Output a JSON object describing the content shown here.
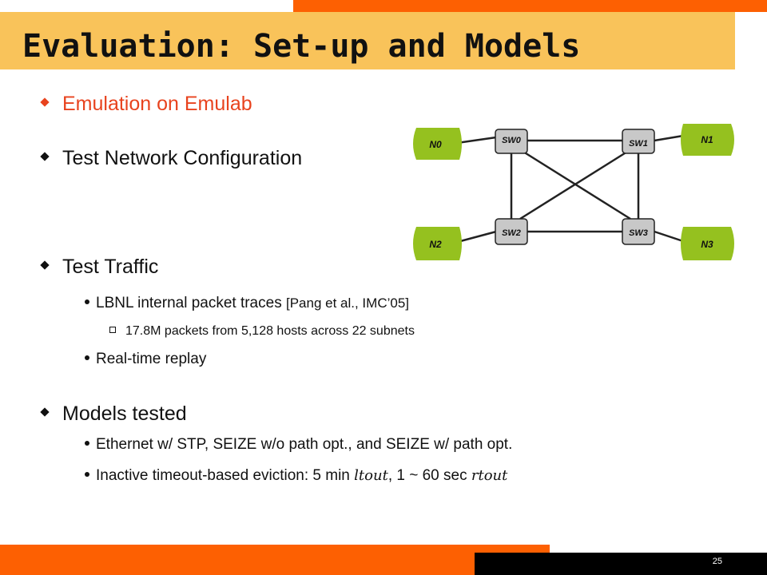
{
  "slide": {
    "title": "Evaluation: Set-up and Models",
    "page_number": "25"
  },
  "bullets": {
    "emulation": "Emulation on Emulab",
    "test_network": "Test Network Configuration",
    "test_traffic": "Test Traffic",
    "lbnl_main": "LBNL internal packet traces ",
    "lbnl_cite": "[Pang et al., IMC’05]",
    "packets": "17.8M packets from 5,128 hosts across 22 subnets",
    "replay": "Real-time replay",
    "models": "Models tested",
    "ethernet": "Ethernet w/ STP, SEIZE w/o path opt., and SEIZE w/ path opt.",
    "eviction_a": "Inactive timeout-based eviction: 5 min ",
    "eviction_ltout": "ltout",
    "eviction_b": ", 1 ~ 60 sec ",
    "eviction_rtout": "rtout"
  },
  "network": {
    "nodes": {
      "n0": "N0",
      "n1": "N1",
      "n2": "N2",
      "n3": "N3"
    },
    "switches": {
      "sw0": "SW0",
      "sw1": "SW1",
      "sw2": "SW2",
      "sw3": "SW3"
    },
    "colors": {
      "node_fill": "#95c11f",
      "switch_fill": "#c8c8c8"
    }
  },
  "colors": {
    "accent_bar": "#fd6002",
    "title_band": "#f9c35a",
    "accent_text": "#e8431e"
  }
}
